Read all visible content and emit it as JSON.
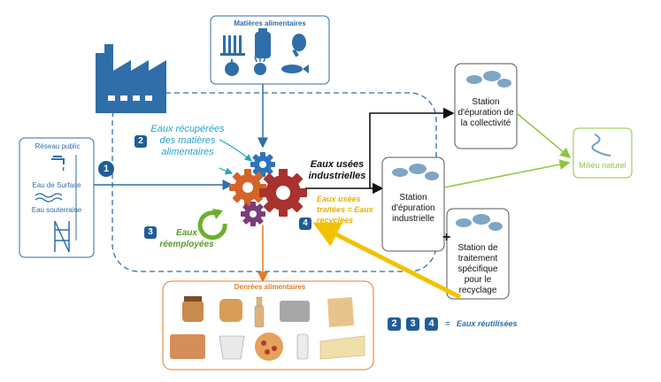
{
  "source": {
    "title": "Réseau public",
    "items": [
      "Eau de Surface",
      "Eau souterraine"
    ]
  },
  "inputs": {
    "title": "Matières alimentaires"
  },
  "outputs": {
    "title": "Denrées alimentaires"
  },
  "flows": {
    "recovered": "Eaux récupérées des matières alimentaires",
    "reused": "Eaux réemployées",
    "wastewater": "Eaux usées industrielles",
    "treated": "Eaux usées traitées = Eaux recyclées"
  },
  "stations": {
    "collectivity": "Station d'épuration de la collectivité",
    "industrial": "Station d'épuration industrielle",
    "specific": "Station de traitement spécifique pour le recyclage",
    "plus": "+"
  },
  "natural": {
    "label": "Milieu naturel"
  },
  "badges": [
    "1",
    "2",
    "3",
    "4"
  ],
  "legend": {
    "badges": [
      "2",
      "3",
      "4"
    ],
    "equals": "=",
    "text": "Eaux réutilisées"
  },
  "colors": {
    "blue": "#2f6ea8",
    "dark_blue": "#1f5d99",
    "teal": "#26a3c4",
    "orange": "#e07b25",
    "green": "#8ec63f",
    "yellow": "#f2c200",
    "gear_red": "#a8322d",
    "gear_orange": "#d5642a",
    "gear_purple": "#7a3d7a",
    "gear_blue": "#2d74b8"
  },
  "icons": [
    "factory-icon",
    "tap-icon",
    "water-tower-icon",
    "wheat-icon",
    "milk-bottle-icon",
    "fish-icon",
    "apple-icon",
    "jar-icon",
    "pizza-icon",
    "gear-icon",
    "recycle-arrow-icon",
    "treatment-plant-icon",
    "river-icon"
  ]
}
